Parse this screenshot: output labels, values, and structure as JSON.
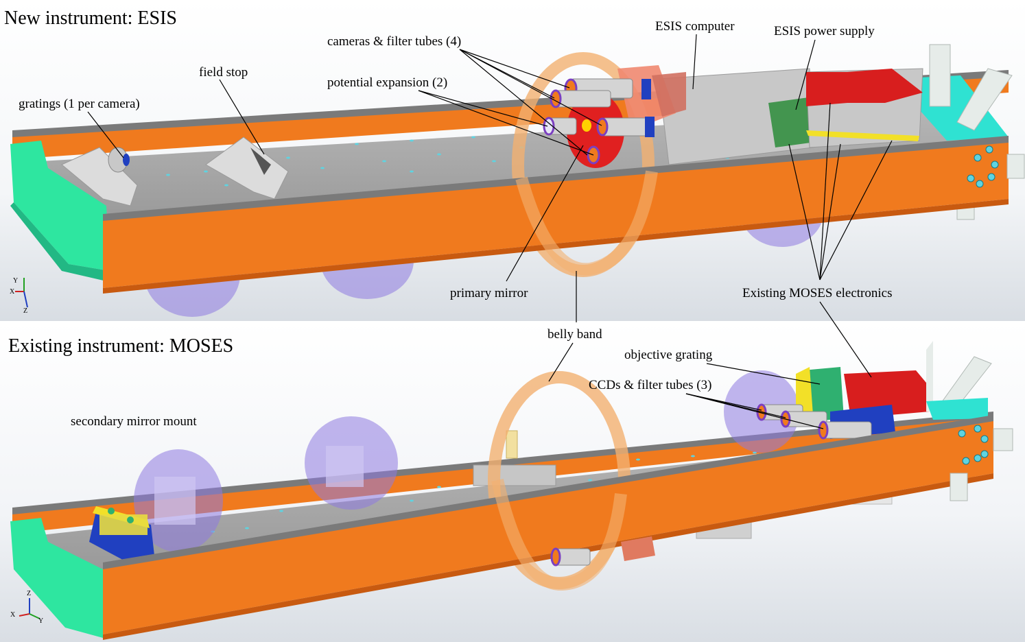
{
  "panels": {
    "top_title": "New instrument: ESIS",
    "bottom_title": "Existing instrument: MOSES"
  },
  "labels": {
    "gratings": "gratings (1 per camera)",
    "field_stop": "field stop",
    "cameras": "cameras & filter tubes (4)",
    "potential_expansion": "potential expansion (2)",
    "esis_computer": "ESIS computer",
    "esis_power": "ESIS power supply",
    "primary_mirror": "primary mirror",
    "moses_electronics": "Existing MOSES electronics",
    "belly_band": "belly band",
    "objective_grating": "objective grating",
    "ccds": "CCDs & filter tubes (3)",
    "secondary_mount": "secondary mirror mount"
  },
  "axis_triad": {
    "x": "X",
    "y": "Y",
    "z": "Z"
  },
  "colors": {
    "beam_orange": "#f07a1e",
    "beam_orange_dark": "#c85a10",
    "deck_gray": "#a9a9a9",
    "end_cap_green": "#2ee6a0",
    "baffle_purple": "#8e7ae0",
    "band_amber": "#f3b070",
    "primary_red": "#e02020",
    "electronics_red": "#d81e1e",
    "mount_yellow": "#f2e028",
    "mount_blue": "#2040c0",
    "cyan_bolts": "#5fd3e0"
  }
}
